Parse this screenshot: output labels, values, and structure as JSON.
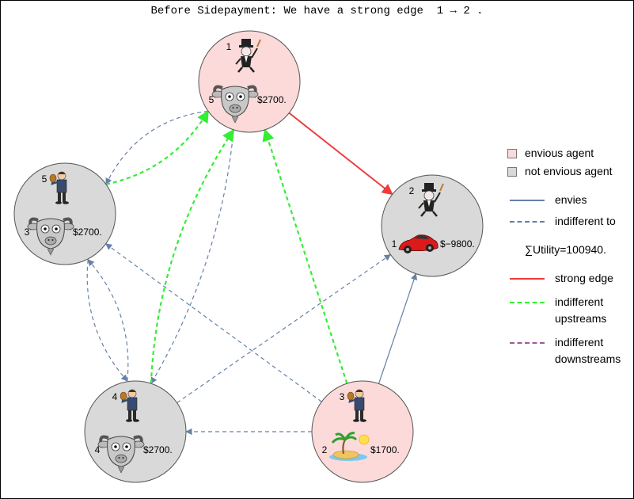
{
  "title": "Before Sidepayment: We have a strong edge  1 → 2 .",
  "nodes": [
    {
      "id": "n1",
      "top_number": "1",
      "top_icon": "monopoly-man-icon",
      "item_number": "5",
      "item_icon": "goat-icon",
      "money": "$2700.",
      "color": "#fcdada"
    },
    {
      "id": "n2",
      "top_number": "2",
      "top_icon": "monopoly-man-icon",
      "item_number": "1",
      "item_icon": "red-car-icon",
      "money": "$−9800.",
      "color": "#d9d9d9"
    },
    {
      "id": "n3",
      "top_number": "3",
      "top_icon": "businessman-icon",
      "item_number": "2",
      "item_icon": "island-icon",
      "money": "$1700.",
      "color": "#fcdada"
    },
    {
      "id": "n4",
      "top_number": "4",
      "top_icon": "businessman-icon",
      "item_number": "4",
      "item_icon": "goat-icon",
      "money": "$2700.",
      "color": "#d9d9d9"
    },
    {
      "id": "n5",
      "top_number": "5",
      "top_icon": "businessman-icon",
      "item_number": "3",
      "item_icon": "goat-icon",
      "money": "$2700.",
      "color": "#d9d9d9"
    }
  ],
  "edges": [
    {
      "from": "n1",
      "to": "n2",
      "kind": "strong"
    },
    {
      "from": "n3",
      "to": "n2",
      "kind": "envies"
    },
    {
      "from": "n1",
      "to": "n5",
      "kind": "indifferent"
    },
    {
      "from": "n1",
      "to": "n4",
      "kind": "indifferent"
    },
    {
      "from": "n5",
      "to": "n4",
      "kind": "indifferent"
    },
    {
      "from": "n4",
      "to": "n5",
      "kind": "indifferent"
    },
    {
      "from": "n3",
      "to": "n5",
      "kind": "indifferent"
    },
    {
      "from": "n3",
      "to": "n4",
      "kind": "indifferent"
    },
    {
      "from": "n4",
      "to": "n2",
      "kind": "indifferent"
    },
    {
      "from": "n5",
      "to": "n1",
      "kind": "upstream"
    },
    {
      "from": "n4",
      "to": "n1",
      "kind": "upstream"
    },
    {
      "from": "n3",
      "to": "n1",
      "kind": "upstream"
    }
  ],
  "legend": {
    "envious_agent": "envious agent",
    "not_envious_agent": "not envious agent",
    "envies": "envies",
    "indifferent_to": "indifferent to",
    "utility": "∑Utility=100940.",
    "strong_edge": "strong edge",
    "indifferent_upstreams_1": "indifferent",
    "indifferent_upstreams_2": "upstreams",
    "indifferent_downstreams_1": "indifferent",
    "indifferent_downstreams_2": "downstreams"
  },
  "colors": {
    "envious": "#fcdada",
    "not_envious": "#d9d9d9",
    "envies": "#6680a8",
    "indifferent": "#6680a8",
    "strong": "#f03b3b",
    "upstream": "#33ee33",
    "downstream": "#9a5a9a"
  }
}
